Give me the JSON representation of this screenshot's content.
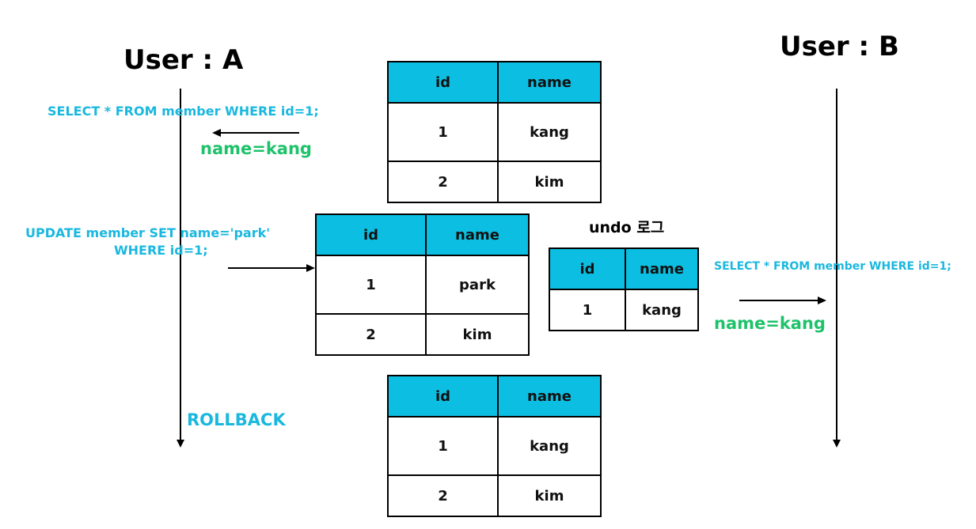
{
  "user_a": {
    "title": "User : A",
    "select_query": "SELECT * FROM member WHERE id=1;",
    "select_result": "name=kang",
    "update_query_line1": "UPDATE member SET name='park'",
    "update_query_line2": "WHERE id=1;",
    "rollback": "ROLLBACK"
  },
  "user_b": {
    "title": "User : B",
    "select_query": "SELECT * FROM member WHERE id=1;",
    "select_result": "name=kang"
  },
  "undo_log": {
    "title": "undo 로그"
  },
  "table_before": {
    "headers": [
      "id",
      "name"
    ],
    "rows": [
      [
        "1",
        "kang"
      ],
      [
        "2",
        "kim"
      ]
    ]
  },
  "table_updated": {
    "headers": [
      "id",
      "name"
    ],
    "rows": [
      [
        "1",
        "park"
      ],
      [
        "2",
        "kim"
      ]
    ]
  },
  "table_undo": {
    "headers": [
      "id",
      "name"
    ],
    "rows": [
      [
        "1",
        "kang"
      ]
    ]
  },
  "table_after_rollback": {
    "headers": [
      "id",
      "name"
    ],
    "rows": [
      [
        "1",
        "kang"
      ],
      [
        "2",
        "kim"
      ]
    ]
  },
  "colors": {
    "header_fill": "#0cbfe2",
    "query_text": "#1ab8df",
    "result_text": "#1ec26a"
  }
}
